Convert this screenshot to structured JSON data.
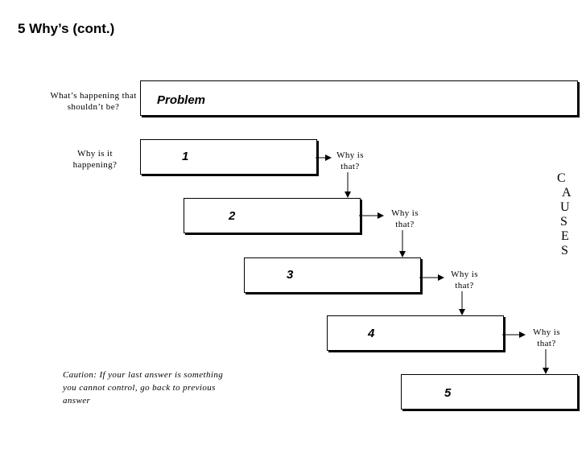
{
  "header": {
    "title": "5 Why’s (cont.)"
  },
  "diagram": {
    "problem_prompt": "What’s happening that shouldn’t be?",
    "problem_label": "Problem",
    "first_prompt": "Why is it happening?",
    "levels": [
      {
        "label": "1",
        "followup": "Why is that?"
      },
      {
        "label": "2",
        "followup": "Why is that?"
      },
      {
        "label": "3",
        "followup": "Why is that?"
      },
      {
        "label": "4",
        "followup": "Why is that?"
      },
      {
        "label": "5"
      }
    ],
    "side_label": [
      "C",
      "A",
      "U",
      "S",
      "E",
      "S"
    ],
    "caution": "Caution: If your last answer is something you cannot control, go back to previous answer"
  }
}
